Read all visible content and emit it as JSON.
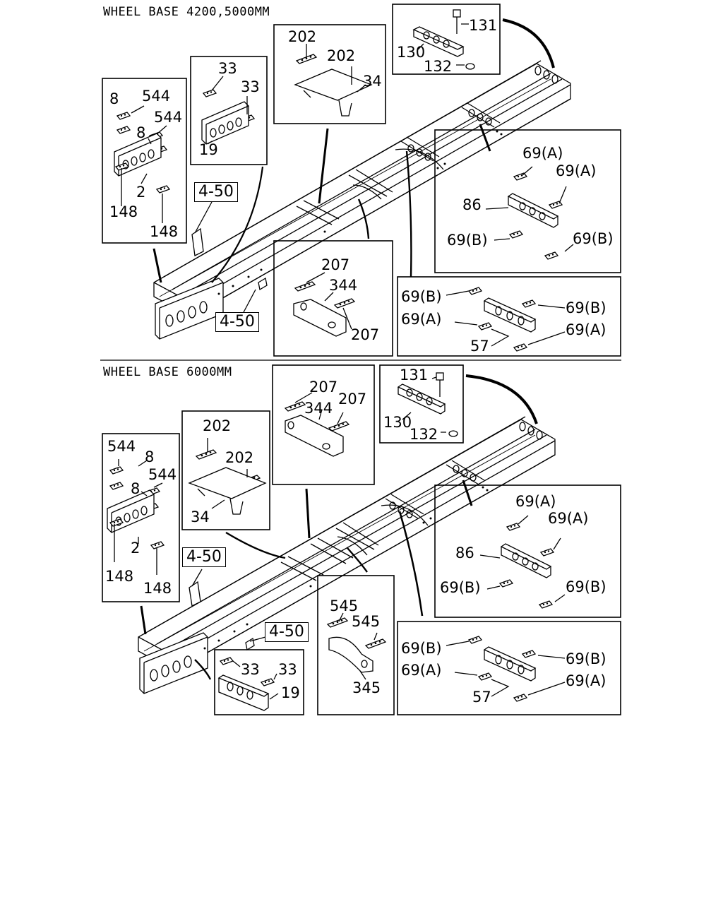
{
  "sections": {
    "top": {
      "title": "WHEEL BASE 4200,5000MM",
      "ref_box_a": "4-50",
      "ref_box_b": "4-50",
      "box_front": {
        "l1": "8",
        "l2": "544",
        "l3": "544",
        "l4": "8",
        "l5": "2",
        "l6": "148",
        "l7": "148"
      },
      "box_19": {
        "l1": "33",
        "l2": "33",
        "l3": "19"
      },
      "box_34": {
        "l1": "202",
        "l2": "202",
        "l3": "34"
      },
      "box_rear": {
        "l1": "131",
        "l2": "130",
        "l3": "132"
      },
      "box_86": {
        "l1": "69(A)",
        "l2": "69(A)",
        "l3": "86",
        "l4": "69(B)",
        "l5": "69(B)"
      },
      "box_344": {
        "l1": "207",
        "l2": "344",
        "l3": "207"
      },
      "box_57": {
        "l1": "69(B)",
        "l2": "69(B)",
        "l3": "69(A)",
        "l4": "69(A)",
        "l5": "57"
      }
    },
    "bottom": {
      "title": "WHEEL BASE 6000MM",
      "ref_box_a": "4-50",
      "ref_box_b": "4-50",
      "box_front": {
        "l1": "544",
        "l2": "8",
        "l3": "544",
        "l4": "8",
        "l5": "2",
        "l6": "148",
        "l7": "148"
      },
      "box_34": {
        "l1": "202",
        "l2": "202",
        "l3": "34"
      },
      "box_344": {
        "l1": "207",
        "l2": "207",
        "l3": "344"
      },
      "box_rear": {
        "l1": "131",
        "l2": "130",
        "l3": "132"
      },
      "box_86": {
        "l1": "69(A)",
        "l2": "69(A)",
        "l3": "86",
        "l4": "69(B)",
        "l5": "69(B)"
      },
      "box_345": {
        "l1": "545",
        "l2": "545",
        "l3": "345"
      },
      "box_19": {
        "l1": "33",
        "l2": "33",
        "l3": "19"
      },
      "box_57": {
        "l1": "69(B)",
        "l2": "69(B)",
        "l3": "69(A)",
        "l4": "69(A)",
        "l5": "57"
      }
    }
  }
}
